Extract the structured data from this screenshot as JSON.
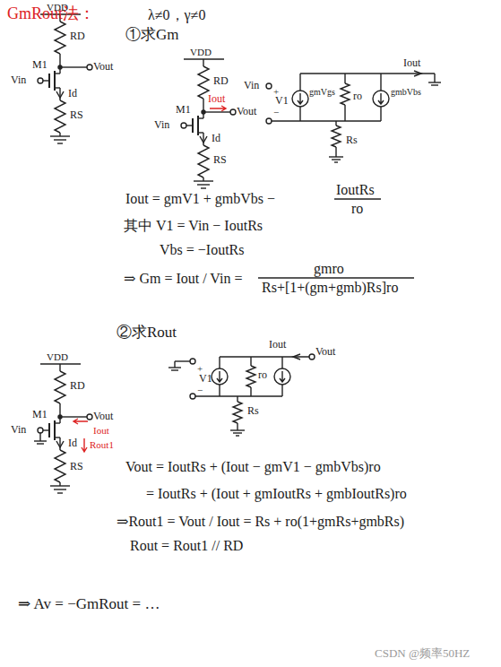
{
  "diagram": {
    "title": "GmRout法：",
    "labels": [
      "λ≠0，γ≠0",
      "①求Gm",
      "VDD",
      "RD",
      "M1",
      "Vout",
      "Vin",
      "Id",
      "RS",
      "VDD",
      "RD",
      "M1",
      "Iout",
      "Vout",
      "Vin",
      "Id",
      "RS",
      "Vin",
      "+",
      "V1",
      "−",
      "gmVgs",
      "ro",
      "gmbVbs",
      "Iout",
      "Rs",
      "Iout = gmV1 + gmbVbs −",
      "IoutRs",
      "ro",
      "其中 V1 = Vin − IoutRs",
      "Vbs = −IoutRs",
      "⇒ Gm = Iout / Vin =",
      "gmro",
      "Rs+[1+(gm+gmb)Rs]ro",
      "②求Rout",
      "VDD",
      "RD",
      "M1",
      "Vout",
      "Iout",
      "Vin",
      "Id",
      "Rout1",
      "RS",
      "V1",
      "+",
      "−",
      "ro",
      "Iout",
      "Vout",
      "Rs",
      "Vout = IoutRs + (Iout − gmV1 − gmbVbs)ro",
      "= IoutRs + (Iout + gmIoutRs + gmbIoutRs)ro",
      "⇒Rout1 = Vout / Iout = Rs + ro(1+gmRs+gmbRs)",
      "Rout = Rout1 // RD",
      "⇒ Av = −GmRout = …",
      "CSDN @频率50HZ"
    ]
  }
}
